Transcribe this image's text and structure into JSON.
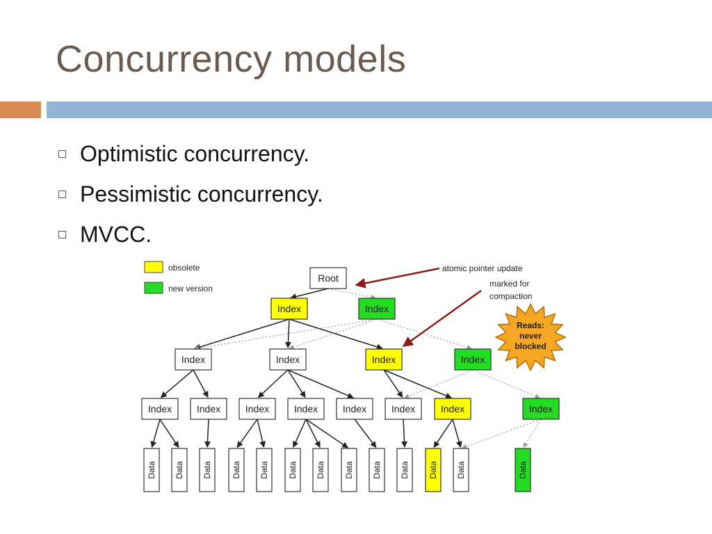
{
  "slide": {
    "title": "Concurrency models",
    "accent_colors": {
      "title": "#6b5a4e",
      "bar_left": "#dc8a54",
      "bar_right": "#93b4d4"
    },
    "bullets": [
      {
        "text": "Optimistic concurrency."
      },
      {
        "text": "Pessimistic concurrency."
      },
      {
        "text": "MVCC."
      }
    ]
  },
  "diagram": {
    "colors": {
      "obsolete": "#ffff00",
      "new_version": "#22dd22",
      "plain": "#ffffff",
      "arrow": "#8b1a1a",
      "star": "#f5a623"
    },
    "legend": [
      {
        "label": "obsolete",
        "color": "#ffff00"
      },
      {
        "label": "new version",
        "color": "#22dd22"
      }
    ],
    "annotations": {
      "atomic": "atomic pointer update",
      "marked_line1": "marked for",
      "marked_line2": "compaction",
      "reads_line1": "Reads:",
      "reads_line2": "never",
      "reads_line3": "blocked"
    },
    "labels": {
      "root": "Root",
      "index": "Index",
      "data": "Data"
    }
  }
}
